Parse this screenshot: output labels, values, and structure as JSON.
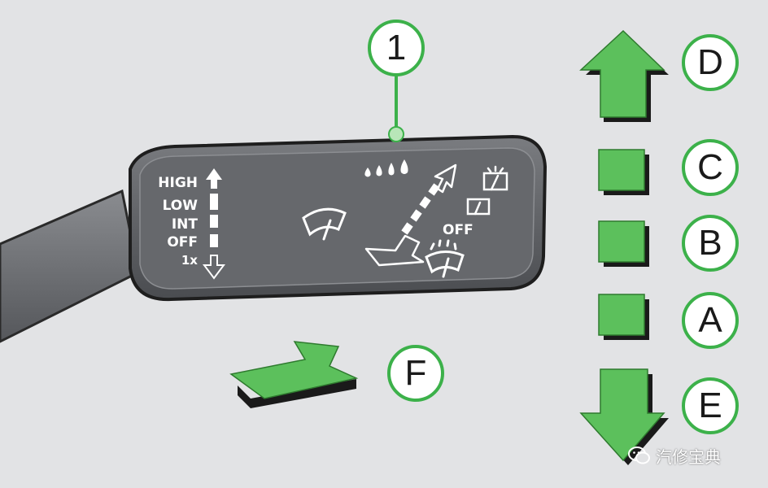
{
  "scale_labels": {
    "high": "HIGH",
    "low": "LOW",
    "int": "INT",
    "off": "OFF",
    "once": "1x"
  },
  "panel_off_label": "OFF",
  "callouts": {
    "one": "1",
    "a": "A",
    "b": "B",
    "c": "C",
    "d": "D",
    "e": "E",
    "f": "F"
  },
  "colors": {
    "accent_green": "#5cc05c",
    "callout_border": "#3cb14a",
    "lever_body": "#5b5d61",
    "background": "#e2e3e5"
  },
  "watermark": {
    "text": "汽修宝典",
    "logo": "wechat-logo"
  }
}
